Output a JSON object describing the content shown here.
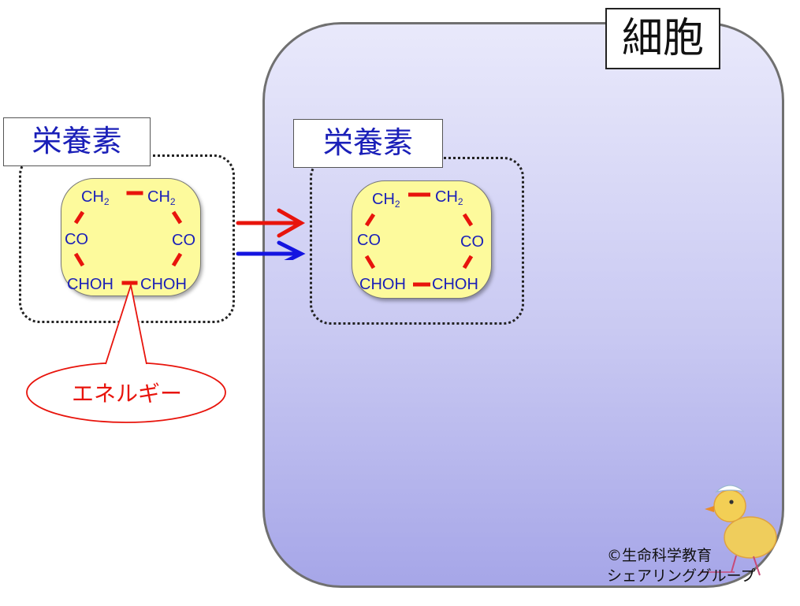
{
  "cell": {
    "label": "細胞"
  },
  "outside": {
    "nutrient_label": "栄養素",
    "energy_callout": "エネルギー"
  },
  "inside": {
    "nutrient_label": "栄養素"
  },
  "molecule": {
    "top_left": "CH",
    "top_right": "CH",
    "subscript": "2",
    "mid_left": "CO",
    "mid_right": "CO",
    "bottom_left": "CHOH",
    "bottom_right": "CHOH"
  },
  "colors": {
    "bond": "#e8140c",
    "text_blue": "#1a1fb8",
    "arrow_red": "#e8140c",
    "arrow_blue": "#1414e0",
    "molecule_fill": "#fdfa9c"
  },
  "credit": {
    "line1": "©生命科学教育",
    "line2": "シェアリンググループ"
  }
}
